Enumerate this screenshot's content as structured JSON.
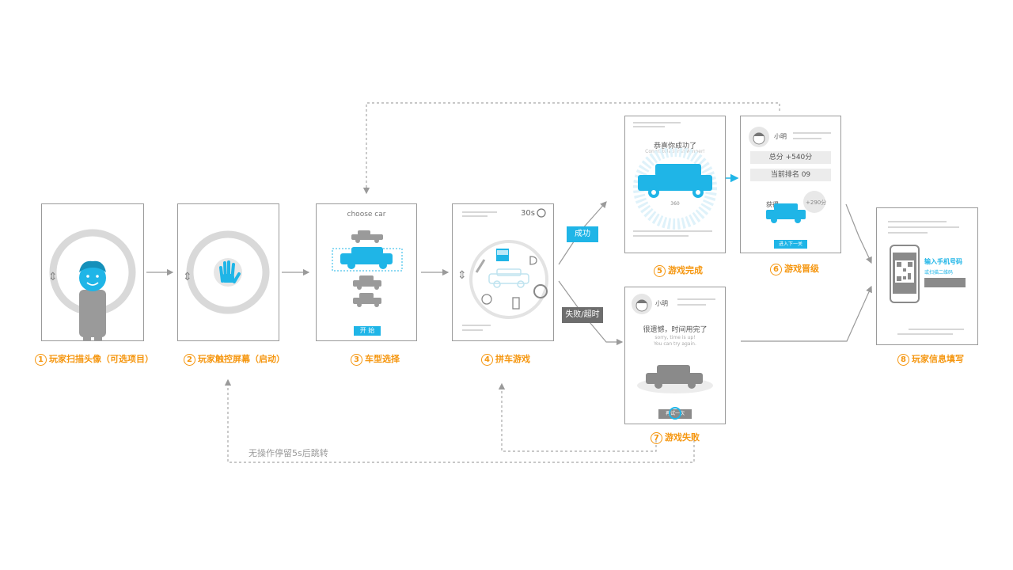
{
  "steps": [
    {
      "num": "1",
      "label": "玩家扫描头像（可选项目）"
    },
    {
      "num": "2",
      "label": "玩家触控屏幕（启动）"
    },
    {
      "num": "3",
      "label": "车型选择"
    },
    {
      "num": "4",
      "label": "拼车游戏"
    },
    {
      "num": "5",
      "label": "游戏完成"
    },
    {
      "num": "6",
      "label": "游戏晋级"
    },
    {
      "num": "7",
      "label": "游戏失败"
    },
    {
      "num": "8",
      "label": "玩家信息填写"
    }
  ],
  "branches": {
    "success": "成功",
    "fail": "失败/超时"
  },
  "loop_note": "无操作停留5s后跳转",
  "screen3": {
    "title": "choose car",
    "start": "开 始"
  },
  "screen4": {
    "timer": "30s"
  },
  "screen5": {
    "headline": "恭喜你成功了",
    "sub": "Congratulations! Winner!",
    "deg": "360"
  },
  "screen6": {
    "name": "小明",
    "total": "总分  +540分",
    "rank": "当前排名   09",
    "gain": "获得",
    "bonus": "+290分",
    "next": "进入下一关"
  },
  "screen7": {
    "name": "小明",
    "headline": "很遗憾，时间用完了",
    "sub1": "sorry, time is up!",
    "sub2": "You can try again.",
    "retry": "再试一次"
  },
  "screen8": {
    "line1": "输入手机号码",
    "line2": "或扫描二维码"
  },
  "colors": {
    "accent": "#f5960f",
    "cyan": "#1fb5e7",
    "gray": "#9a9a9a",
    "fail_tag": "#6d6d6d"
  }
}
